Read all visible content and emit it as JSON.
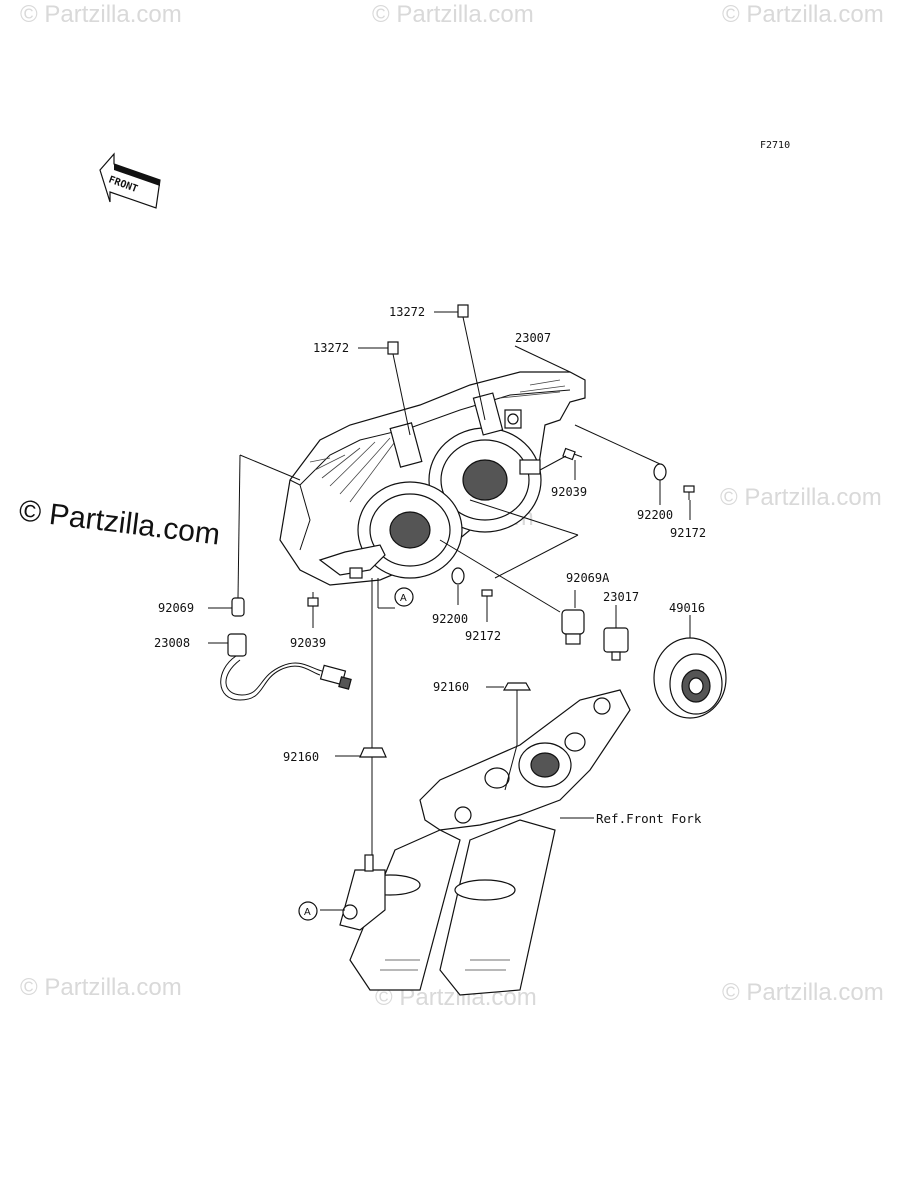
{
  "figure_code": "F2710",
  "front_indicator": "FRONT",
  "watermark_text": "© Partzilla.com",
  "callout_letter": "A",
  "reference_label": "Ref.Front Fork",
  "part_numbers": {
    "clip_upper": "13272",
    "clip_lower": "13272",
    "headlamp_assy": "23007",
    "bolt_upper_right": "92039",
    "grommet_right": "92200",
    "screw_right": "92172",
    "bulb_position": "92069",
    "socket_position": "23008",
    "bolt_lower_left": "92039",
    "grommet_center": "92200",
    "screw_center": "92172",
    "bulb_main": "92069A",
    "socket_main": "23017",
    "cap_rubber": "49016",
    "grommet_top": "92160",
    "grommet_lower": "92160"
  },
  "colors": {
    "line": "#111111",
    "watermark": "#d9d9d9",
    "background": "#ffffff"
  }
}
